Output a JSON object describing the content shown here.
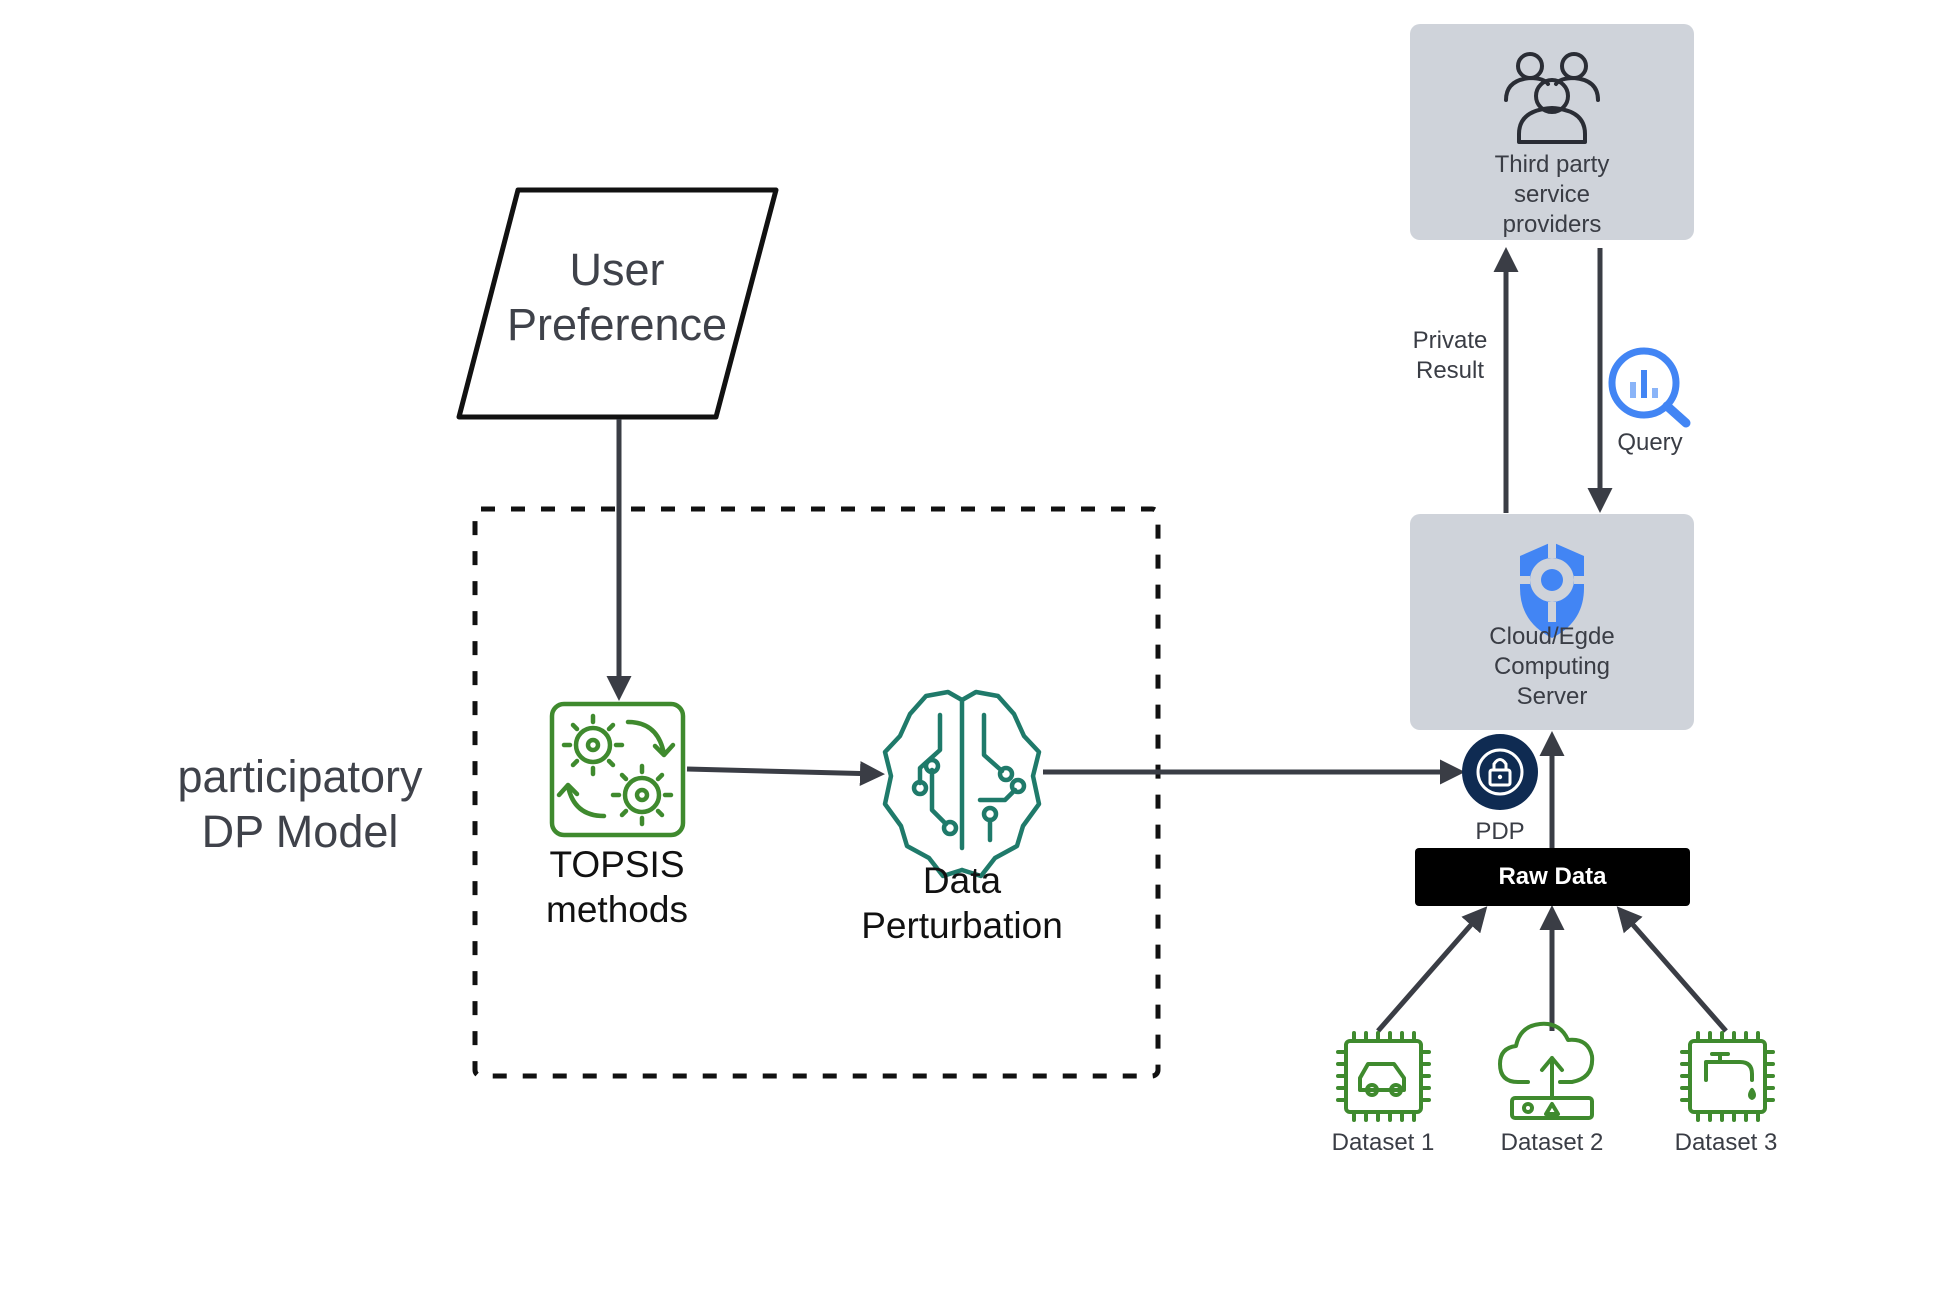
{
  "nodes": {
    "user_preference": [
      "User",
      "Preference"
    ],
    "model_label": [
      "participatory",
      "DP Model"
    ],
    "topsis": [
      "TOPSIS",
      "methods"
    ],
    "perturbation": [
      "Data",
      "Perturbation"
    ],
    "third_party": [
      "Third party",
      "service",
      "providers"
    ],
    "server": [
      "Cloud/Egde",
      "Computing",
      "Server"
    ],
    "pdp": "PDP",
    "raw_data": "Raw Data",
    "datasets": [
      "Dataset 1",
      "Dataset 2",
      "Dataset 3"
    ]
  },
  "edges": {
    "private_result": [
      "Private",
      "Result"
    ],
    "query": "Query"
  },
  "icons": {
    "topsis": "gears-cycle-icon",
    "perturbation": "brain-circuit-icon",
    "third_party": "users-group-icon",
    "server": "shield-icon",
    "query": "search-analytics-icon",
    "pdp": "lock-icon",
    "datasets": [
      "car-chip-icon",
      "cloud-upload-device-icon",
      "faucet-chip-icon"
    ]
  },
  "colors": {
    "green": "#3f8a2e",
    "teal": "#1f7a6a",
    "blue": "#4285f4",
    "navy": "#0f2b52",
    "gray_box": "#cfd3da",
    "arrow": "#3a3d45"
  }
}
